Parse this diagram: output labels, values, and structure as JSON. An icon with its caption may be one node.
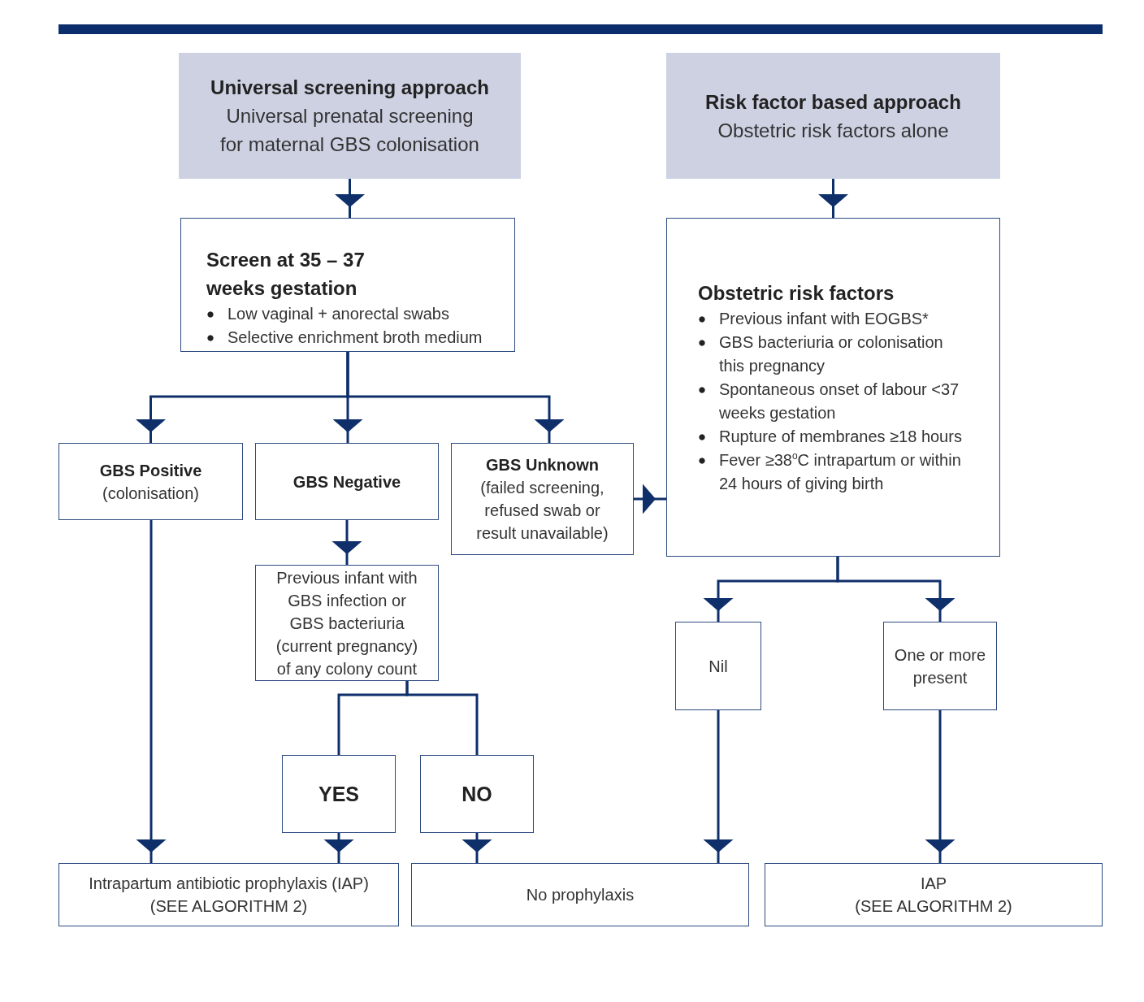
{
  "diagram": {
    "nodes": [
      {
        "text": [
          "Universal screening approach",
          "Universal prenatal screening for maternal GBS colonisation"
        ]
      },
      {
        "text": [
          "Risk factor based approach",
          "Obstetric risk factors alone"
        ]
      },
      {
        "text": [
          "Screen at 35 – 37 weeks gestation",
          "Low vaginal + anorectal swabs",
          "Selective enrichment broth medium"
        ]
      },
      {
        "text": [
          "Obstetric risk factors",
          "Previous infant with EOGBS*",
          "GBS bacteriuria or colonisation this pregnancy",
          "Spontaneous onset of labour <37 weeks gestation",
          "Rupture of membranes ≥18 hours",
          "Fever ≥38$^{o}$C intrapartum or within 24 hours of giving birth"
        ]
      },
      {
        "text": [
          "GBS Positive",
          "(colonisation)"
        ]
      },
      {
        "text": [
          "GBS Negative"
        ]
      },
      {
        "text": [
          "GBS Unknown",
          "(failed screening, refused swab or result unavailable)"
        ]
      },
      {
        "text": [
          "Previous infant with GBS infection or GBS bacteriuria (current pregnancy) of any colony count"
        ]
      },
      {
        "text": [
          "Nil"
        ]
      },
      {
        "text": [
          "One or more present"
        ]
      },
      {
        "text": [
          "YES"
        ]
      },
      {
        "text": [
          "NO"
        ]
      },
      {
        "text": [
          "Intrapartum antibiotic prophylaxis (IAP)",
          "(SEE ALGORITHM 2)"
        ]
      },
      {
        "text": [
          "No prophylaxis"
        ]
      },
      {
        "text": [
          "IAP",
          "(SEE ALGORITHM 2)"
        ]
      }
    ],
    "edges": [
      {
        "from": 0,
        "to": 2,
        "arrow": "to"
      },
      {
        "from": 1,
        "to": 3,
        "arrow": "to"
      },
      {
        "from": 2,
        "to": 4,
        "arrow": "to"
      },
      {
        "from": 2,
        "to": 5,
        "arrow": "to"
      },
      {
        "from": 2,
        "to": 6,
        "arrow": "to"
      },
      {
        "from": 6,
        "to": 3,
        "arrow": "to"
      },
      {
        "from": 5,
        "to": 7,
        "arrow": "to"
      },
      {
        "from": 3,
        "to": 8,
        "arrow": "to"
      },
      {
        "from": 3,
        "to": 9,
        "arrow": "to"
      },
      {
        "from": 7,
        "to": 10,
        "arrow": "none"
      },
      {
        "from": 7,
        "to": 11,
        "arrow": "none"
      },
      {
        "from": 4,
        "to": 12,
        "arrow": "to"
      },
      {
        "from": 10,
        "to": 12,
        "arrow": "to"
      },
      {
        "from": 11,
        "to": 13,
        "arrow": "to"
      },
      {
        "from": 8,
        "to": 13,
        "arrow": "to"
      },
      {
        "from": 9,
        "to": 14,
        "arrow": "to"
      }
    ]
  }
}
